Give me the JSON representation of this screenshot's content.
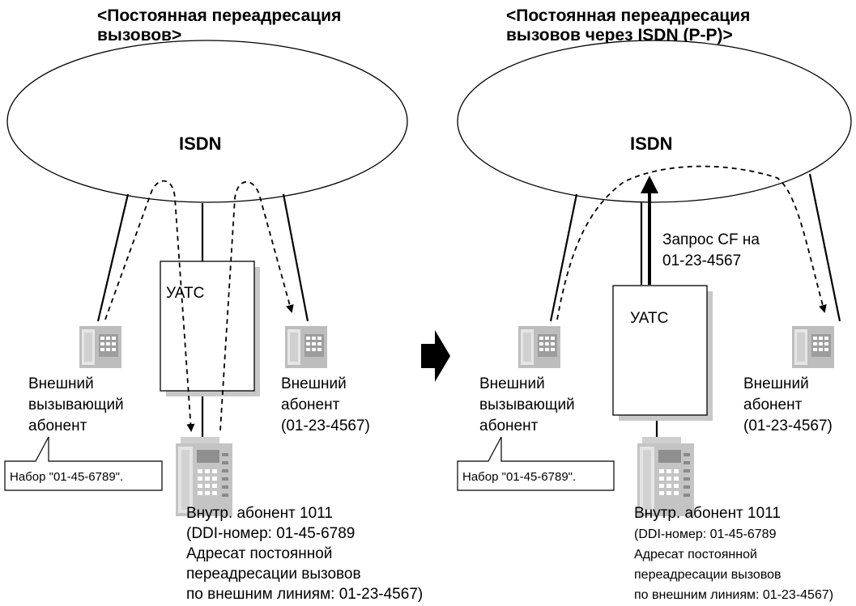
{
  "left": {
    "title_line1": "<Постоянная переадресация",
    "title_line2": "вызовов>",
    "network_label": "ISDN",
    "pbx_label": "УАТС",
    "caller_label": [
      "Внешний",
      "вызывающий",
      "абонент"
    ],
    "callee_label": [
      "Внешний",
      "абонент",
      "(01-23-4567)"
    ],
    "dial_bubble": "Набор \"01-45-6789\".",
    "extension_label": [
      "Внутр. абонент 1011",
      "(DDI-номер: 01-45-6789",
      "Адресат постоянной",
      "переадресации вызовов",
      "по внешним линиям: 01-23-4567)"
    ]
  },
  "right": {
    "title_line1": "<Постоянная переадресация",
    "title_line2": "вызовов через ISDN (P-P)>",
    "network_label": "ISDN",
    "pbx_label": "УАТС",
    "cf_request": [
      "Запрос CF на",
      "01-23-4567"
    ],
    "caller_label": [
      "Внешний",
      "вызывающий",
      "абонент"
    ],
    "callee_label": [
      "Внешний",
      "абонент",
      "(01-23-4567)"
    ],
    "dial_bubble": "Набор \"01-45-6789\".",
    "extension_label": [
      "Внутр. абонент 1011",
      "(DDI-номер: 01-45-6789",
      "Адресат постоянной",
      "переадресации вызовов",
      "по внешним линиям: 01-23-4567)"
    ]
  },
  "colors": {
    "phone_gray": "#b8b8b8",
    "phone_dark": "#6e6e6e",
    "line": "#000000"
  },
  "icons": {
    "transition_arrow": "right-arrow-icon",
    "phone": "phone-icon",
    "extension_phone": "desk-phone-icon"
  }
}
